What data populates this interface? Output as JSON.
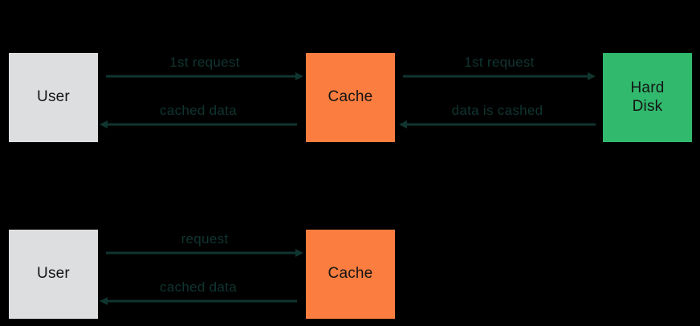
{
  "diagram": {
    "type": "sequence-flow",
    "background_color": "#000000",
    "colors": {
      "user_box": "#dcdee0",
      "cache_box": "#fb7d40",
      "disk_box": "#31b96d",
      "arrow": "#10352f",
      "edge_label_text": "#10352f",
      "node_label_text": "#141414"
    },
    "rows": [
      {
        "name": "cache-miss-flow",
        "nodes": [
          {
            "id": "user-1",
            "label": "User",
            "kind": "user"
          },
          {
            "id": "cache-1",
            "label": "Cache",
            "kind": "cache"
          },
          {
            "id": "disk-1",
            "label": "Hard\nDisk",
            "kind": "disk"
          }
        ],
        "edges": [
          {
            "id": "e1",
            "label": "1st request",
            "direction": "right",
            "from": "user-1",
            "to": "cache-1"
          },
          {
            "id": "e2",
            "label": "cached data",
            "direction": "left",
            "from": "cache-1",
            "to": "user-1"
          },
          {
            "id": "e3",
            "label": "1st request",
            "direction": "right",
            "from": "cache-1",
            "to": "disk-1"
          },
          {
            "id": "e4",
            "label": "data is cashed",
            "direction": "left",
            "from": "disk-1",
            "to": "cache-1"
          }
        ]
      },
      {
        "name": "cache-hit-flow",
        "nodes": [
          {
            "id": "user-2",
            "label": "User",
            "kind": "user"
          },
          {
            "id": "cache-2",
            "label": "Cache",
            "kind": "cache"
          }
        ],
        "edges": [
          {
            "id": "e5",
            "label": "request",
            "direction": "right",
            "from": "user-2",
            "to": "cache-2"
          },
          {
            "id": "e6",
            "label": "cached data",
            "direction": "left",
            "from": "cache-2",
            "to": "user-2"
          }
        ]
      }
    ]
  }
}
